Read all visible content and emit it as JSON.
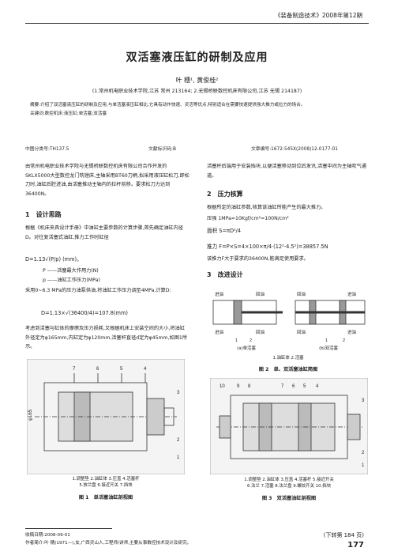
{
  "header": "《装备制造技术》2008年第12期",
  "title": "双活塞液压缸的研制及应用",
  "authors": "叶 穗¹, 黄俊桂²",
  "affiliation": "(1.常州机电职业技术学院,江苏 常州 213164; 2.无锡桥联数控机床有限公司,江苏 无锡 214187)",
  "abstract": "摘要:介绍了双活塞液压缸的研制及应用,与单活塞液压缸相比,它具有动作快速、灵活等优点,特别适合在需要快速提供强大推力或拉力的场合。",
  "keywords": "关键词:数控机床;液压缸;单活塞;双活塞",
  "class_no": "中图分类号:TH137.5",
  "doc_code": "文献标识码:B",
  "article_no": "文章编号:1672-545X(2008)12-0177-01",
  "left": {
    "intro": "由常州机电职业技术学院与无锡桥联数控机床有限公司合作开发的SKLX5000大型数控龙门铣镗床,主轴采用BT60刀柄,拟采用液压缸松刀,即松刀时,油缸后腔进油,由活塞推动主轴内的拉杆前移。要求松刀力达到36400N。",
    "sec1": "1　设计思路",
    "p1": "根据《机床夹具设计手册》中油缸主要参数的计算步骤,首先确定油缸内径D。对往复活塞式油缸,推力工作时缸径",
    "f1": "D=1.13√(P/p)  (mm)。",
    "def1": "P ——活塞最大作用力(N)",
    "def2": "p ——油缸工作压力(MPa)",
    "p2": "采用0~6.3 MPa的压力油泵供油,将油缸工作压力调至4MPa,计算D:",
    "f2": "D=1.13×√(36400/4)=107.8(mm)",
    "p3": "考虑到活塞与缸体的摩擦及压力损耗,又根据机床上安装空间的大小,将油缸外径定为φ165mm,内缸定为φ120mm,活塞杆直径d定为φ45mm,如图1所示。",
    "fig1_legend": "1.调整垫 2.油缸体 3.压盖 4.活塞杆\n5.放兰盘 6.接近开关 7.挡块",
    "fig1_title": "图 1　单活塞油缸剖视图"
  },
  "right": {
    "p0": "活塞杆后端用于安装挡块,以便活塞移动到位后发讯,活塞中间为主轴吹气通道。",
    "sec2": "2　压力核算",
    "p1": "根据所定的油缸参数,核算该油缸所能产生的最大推力。",
    "p2": "压强 1MPa=10Kgf/cm²=100N/cm²",
    "f1": "面积 S=πD²/4",
    "f2": "推力 F=P×S=4×100×π/4·(12²-4.5²)=38857.5N",
    "p3": "该推力F大于要求的36400N,能满足使用要求。",
    "sec3": "3　改进设计",
    "fig2_labels": [
      "进油",
      "回油",
      "进油",
      "回油",
      "回油",
      "进油",
      "回油",
      "进油"
    ],
    "fig2_sub_a": "(a)单活塞",
    "fig2_sub_b": "(b)双活塞",
    "fig2_legend": "1.油缸体 2.活塞",
    "fig2_title": "图 2　单、双活塞油缸简图",
    "fig3_legend": "1.调整垫 2.油缸体 3.压盖 4.活塞杆 5.接近开关\n6.法兰 7.活塞 8.法兰盘 9.螺纹开关 10.挡块",
    "fig3_title": "图 3　双活塞油缸剖视图",
    "continued": "(下转第 184 页)"
  },
  "footer": {
    "received": "收稿日期:2008-09-01",
    "author_bio": "作者简介:叶 穗(1971—),女,广西灵山人,工程师/讲师,主要从事数控技术设计及研究。"
  },
  "page_number": "177"
}
